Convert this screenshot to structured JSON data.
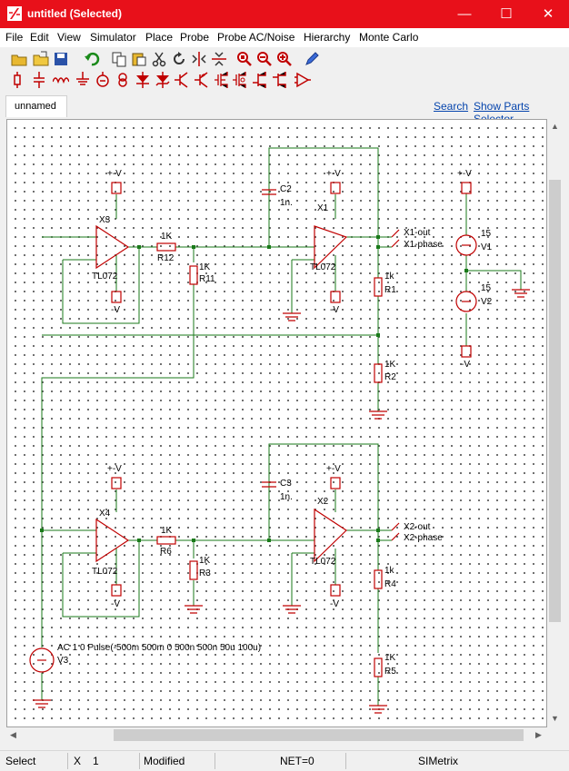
{
  "window": {
    "title": "untitled (Selected)",
    "minimize_icon": "minimize-icon",
    "maximize_icon": "maximize-icon",
    "close_icon": "close-icon"
  },
  "menu": [
    "File",
    "Edit",
    "View",
    "Simulator",
    "Place",
    "Probe",
    "Probe AC/Noise",
    "Hierarchy",
    "Monte Carlo"
  ],
  "toolbar": {
    "row1": [
      "open-folder-icon",
      "open-file-icon",
      "save-icon",
      "undo-icon",
      "copy-icon",
      "paste-icon",
      "cut-icon",
      "rotate-icon",
      "mirror-icon",
      "flip-icon",
      "zoom-fit-icon",
      "zoom-out-icon",
      "zoom-in-icon",
      "pencil-icon"
    ],
    "row2": [
      "resistor-icon",
      "capacitor-icon",
      "inductor-icon",
      "ground-icon",
      "voltage-source-icon",
      "current-source-icon",
      "diode-icon",
      "zener-diode-icon",
      "npn-transistor-icon",
      "pnp-transistor-icon",
      "nmos-icon",
      "pmos-icon",
      "njfet-icon",
      "pjfet-icon",
      "opamp-icon"
    ]
  },
  "tab": {
    "label": "unnamed"
  },
  "links": {
    "search": "Search",
    "parts_selector": "Show Parts Selector"
  },
  "schematic": {
    "supply_pos": "+-V",
    "supply_neg": "-V",
    "opamp_model": "TL072",
    "opamps": [
      "X3",
      "X1",
      "X4",
      "X2"
    ],
    "resistors": [
      {
        "name": "R12",
        "value": "1K"
      },
      {
        "name": "R11",
        "value": "1K"
      },
      {
        "name": "R1",
        "value": "1k"
      },
      {
        "name": "R2",
        "value": "1K"
      },
      {
        "name": "R6",
        "value": "1K"
      },
      {
        "name": "R3",
        "value": "1K"
      },
      {
        "name": "R4",
        "value": "1k"
      },
      {
        "name": "R5",
        "value": "1K"
      }
    ],
    "capacitors": [
      {
        "name": "C2",
        "value": "1n."
      },
      {
        "name": "C3",
        "value": "1n."
      }
    ],
    "sources": [
      {
        "name": "V1",
        "value": "15"
      },
      {
        "name": "V2",
        "value": "15"
      },
      {
        "name": "V3",
        "value": "AC 1 0 Pulse(-500m 500m 0 500n 500n 50u 100u)"
      }
    ],
    "probes": [
      "X1-out",
      "X1-phase",
      "X2-out",
      "X2-phase"
    ]
  },
  "status": {
    "mode": "Select",
    "x_label": "X",
    "x_value": "1",
    "modified": "Modified",
    "net": "NET=0",
    "app": "SIMetrix"
  },
  "colors": {
    "titlebar": "#e8101a",
    "wire": "#1a7a1a",
    "component": "#c00000",
    "canvas": "#ffffff"
  }
}
